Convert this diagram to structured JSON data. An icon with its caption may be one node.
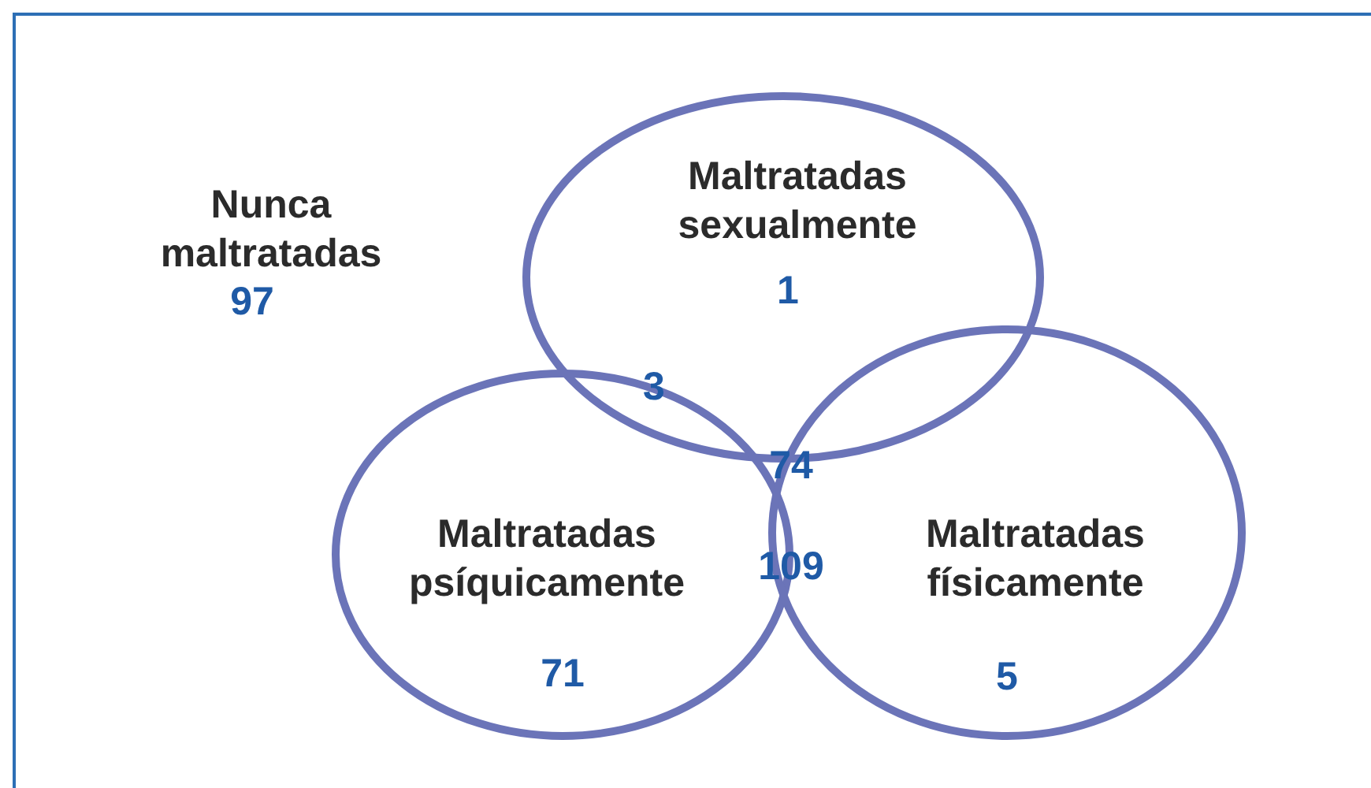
{
  "diagram": {
    "nodes": [
      {
        "text": [
          "Maltratadas sexualmente",
          "1"
        ]
      },
      {
        "text": [
          "Maltratadas psíquicamente",
          "71"
        ]
      },
      {
        "text": [
          "Maltratadas físicamente",
          "5"
        ]
      }
    ],
    "labels": [
      "Nunca maltratadas",
      "97",
      "3",
      "74",
      "109"
    ]
  }
}
